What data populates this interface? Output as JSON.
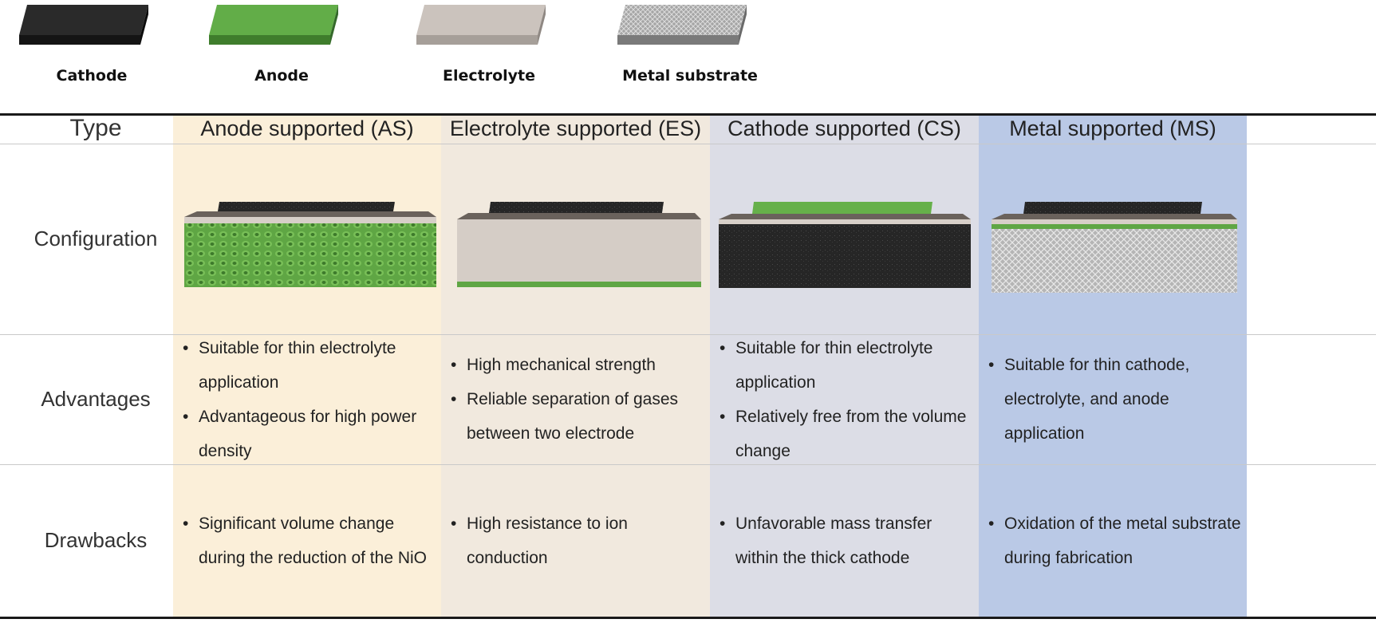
{
  "legend": [
    {
      "key": "cathode",
      "label": "Cathode",
      "color": "#262626"
    },
    {
      "key": "anode",
      "label": "Anode",
      "color": "#5faa45"
    },
    {
      "key": "electrolyte",
      "label": "Electrolyte",
      "color": "#cfc8c2"
    },
    {
      "key": "metal",
      "label": "Metal substrate",
      "color": "#9b9b9b"
    }
  ],
  "table": {
    "rows": {
      "type": "Type",
      "configuration": "Configuration",
      "advantages": "Advantages",
      "drawbacks": "Drawbacks"
    },
    "columns": [
      {
        "title": "Anode supported (AS)",
        "bg": "#fbefd9",
        "advantages": [
          "Suitable for thin electrolyte application",
          "Advantageous for high power density"
        ],
        "drawbacks": [
          "Significant volume change during the reduction of the NiO"
        ]
      },
      {
        "title": "Electrolyte supported (ES)",
        "bg": "#f1e9de",
        "advantages": [
          "High mechanical strength",
          "Reliable separation of gases between two electrode"
        ],
        "drawbacks": [
          "High resistance to ion conduction"
        ]
      },
      {
        "title": "Cathode supported (CS)",
        "bg": "#dcdde6",
        "advantages": [
          "Suitable for thin electrolyte application",
          "Relatively free from the volume change"
        ],
        "drawbacks": [
          "Unfavorable mass transfer within the thick cathode"
        ]
      },
      {
        "title": "Metal supported (MS)",
        "bg": "#bac9e6",
        "advantages": [
          "Suitable for thin cathode, electrolyte, and anode application"
        ],
        "drawbacks": [
          "Oxidation of the metal substrate during fabrication"
        ]
      }
    ]
  }
}
